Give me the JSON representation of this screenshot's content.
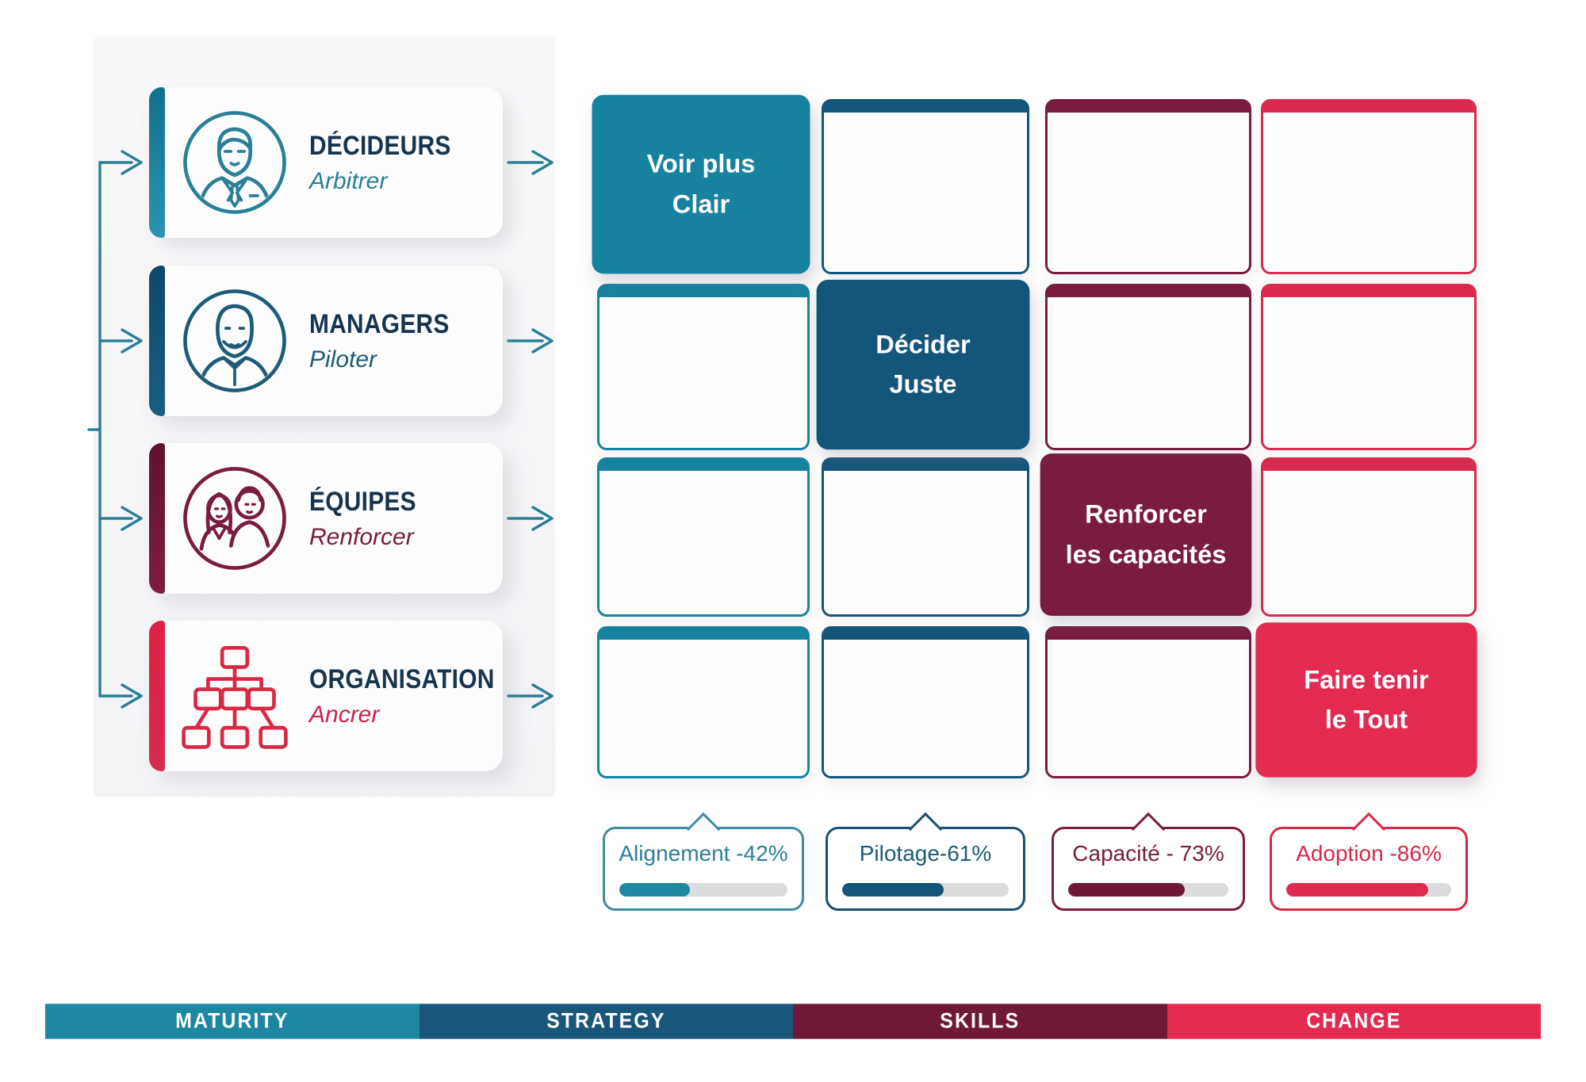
{
  "palette": {
    "teal": "#1782A0",
    "blue": "#14567B",
    "maroon": "#7A1B40",
    "crimson": "#E32B52",
    "navy_title": "#16344E",
    "connector": "#2A7F96",
    "track_gray": "#DBDCDE",
    "footer": [
      "#1D87A2",
      "#18567B",
      "#701838",
      "#E52A50"
    ]
  },
  "roles": [
    {
      "title": "DÉCIDEURS",
      "subtitle": "Arbitrer",
      "icon": "executive-portrait-icon"
    },
    {
      "title": "MANAGERS",
      "subtitle": "Piloter",
      "icon": "manager-portrait-icon"
    },
    {
      "title": "ÉQUIPES",
      "subtitle": "Renforcer",
      "icon": "team-duo-icon"
    },
    {
      "title": "ORGANISATION",
      "subtitle": "Ancrer",
      "icon": "org-chart-icon"
    }
  ],
  "matrix": {
    "rows": 4,
    "cols": 4,
    "filled_cells": [
      {
        "row": 1,
        "col": 1,
        "line1": "Voir plus",
        "line2": "Clair"
      },
      {
        "row": 2,
        "col": 2,
        "line1": "Décider",
        "line2": "Juste"
      },
      {
        "row": 3,
        "col": 3,
        "line1": "Renforcer",
        "line2": "les capacités"
      },
      {
        "row": 4,
        "col": 4,
        "line1": "Faire tenir",
        "line2": "le Tout"
      }
    ]
  },
  "kpis": [
    {
      "label": "Alignement -42%",
      "percent": 42
    },
    {
      "label": "Pilotage-61%",
      "percent": 61
    },
    {
      "label": "Capacité - 73%",
      "percent": 73
    },
    {
      "label": "Adoption -86%",
      "percent": 86
    }
  ],
  "footer": [
    {
      "label": "MATURITY"
    },
    {
      "label": "STRATEGY"
    },
    {
      "label": "SKILLS"
    },
    {
      "label": "CHANGE"
    }
  ]
}
